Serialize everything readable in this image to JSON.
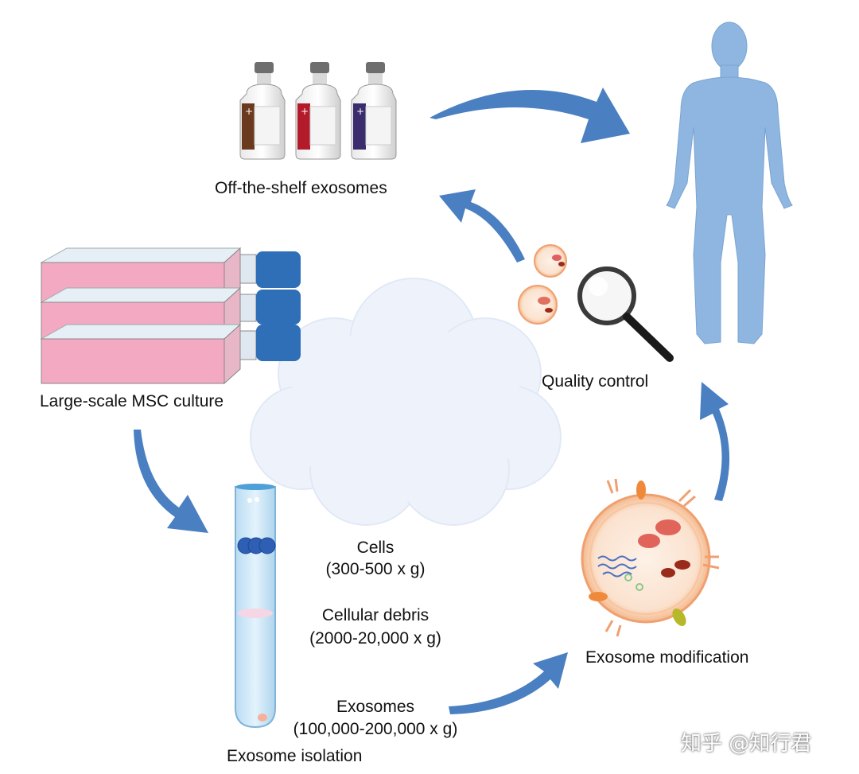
{
  "stages": {
    "off_the_shelf": "Off-the-shelf exosomes",
    "culture": "Large-scale MSC culture",
    "quality": "Quality control",
    "modification": "Exosome modification",
    "isolation": "Exosome isolation"
  },
  "fractions": [
    {
      "name": "Cells",
      "force": "(300-500 x g)"
    },
    {
      "name": "Cellular debris",
      "force": "(2000-20,000 x g)"
    },
    {
      "name": "Exosomes",
      "force": "(100,000-200,000 x g)"
    }
  ],
  "watermark": "知乎 @知行君",
  "colors": {
    "arrow": "#4a7fc1",
    "human": "#8fb6e0",
    "flask_media": "#f3a9c1",
    "flask_cap": "#2f6fb8",
    "vesicle": "#f0a070",
    "cloud": "#eef3fb"
  }
}
